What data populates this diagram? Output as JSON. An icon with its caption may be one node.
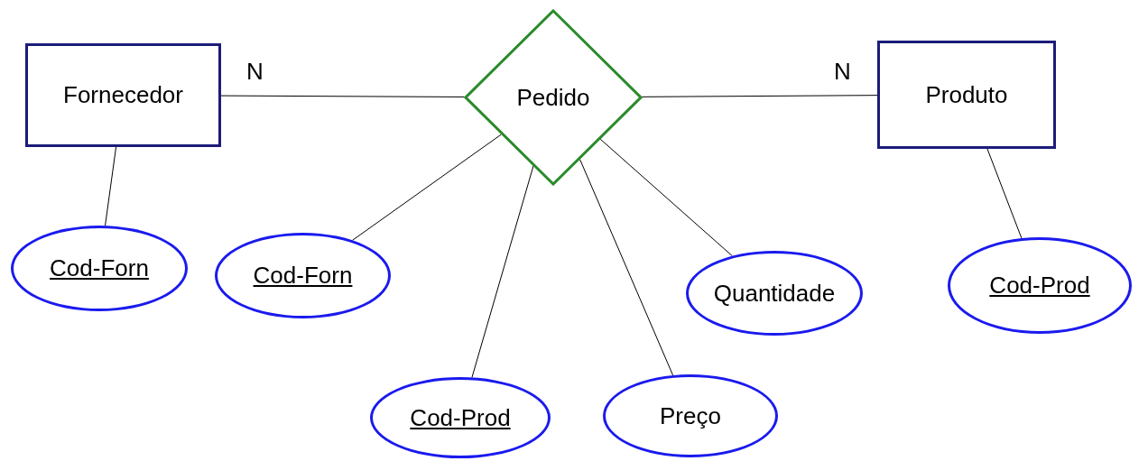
{
  "diagram": {
    "nodes": [
      {
        "text": [
          "Fornecedor"
        ]
      },
      {
        "text": [
          "Pedido"
        ]
      },
      {
        "text": [
          "Produto"
        ]
      },
      {
        "text": [
          "Cod-Forn"
        ]
      },
      {
        "text": [
          "Cod-Forn"
        ]
      },
      {
        "text": [
          "Cod-Prod"
        ]
      },
      {
        "text": [
          "Preço"
        ]
      },
      {
        "text": [
          "Quantidade"
        ]
      },
      {
        "text": [
          "Cod-Prod"
        ]
      }
    ],
    "edges": [
      {
        "from": 0,
        "to": 1,
        "arrow": "none",
        "label": "N"
      },
      {
        "from": 1,
        "to": 2,
        "arrow": "none",
        "label": "N"
      },
      {
        "from": 0,
        "to": 3,
        "arrow": "none"
      },
      {
        "from": 1,
        "to": 4,
        "arrow": "none"
      },
      {
        "from": 1,
        "to": 5,
        "arrow": "none"
      },
      {
        "from": 1,
        "to": 6,
        "arrow": "none"
      },
      {
        "from": 1,
        "to": 7,
        "arrow": "none"
      },
      {
        "from": 2,
        "to": 8,
        "arrow": "none"
      }
    ]
  }
}
